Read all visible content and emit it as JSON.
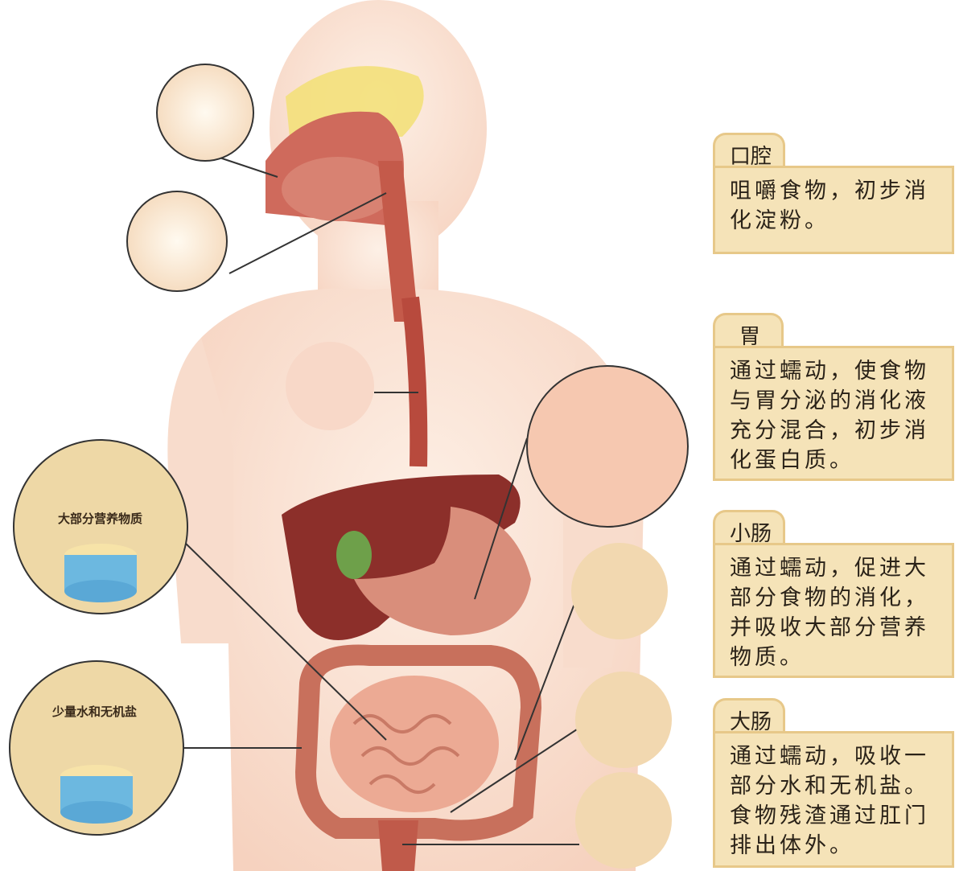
{
  "organs": [
    {
      "name": "口腔",
      "description": "咀嚼食物，初步消化淀粉。"
    },
    {
      "name": "胃",
      "description": "通过蠕动，使食物与胃分泌的消化液充分混合，初步消化蛋白质。"
    },
    {
      "name": "小肠",
      "description": "通过蠕动，促进大部分食物的消化，并吸收大部分营养物质。"
    },
    {
      "name": "大肠",
      "description": "通过蠕动，吸收一部分水和无机盐。食物残渣通过肛门排出体外。"
    }
  ],
  "bubble_labels": {
    "small_intestine_absorption": "大部分营养物质",
    "large_intestine_absorption": "少量水和无机盐"
  },
  "colors": {
    "panel_fill": "#f5e3b8",
    "panel_border": "#e7c889",
    "body_skin": "#fbe4d6",
    "organ_red": "#c45a4a"
  }
}
